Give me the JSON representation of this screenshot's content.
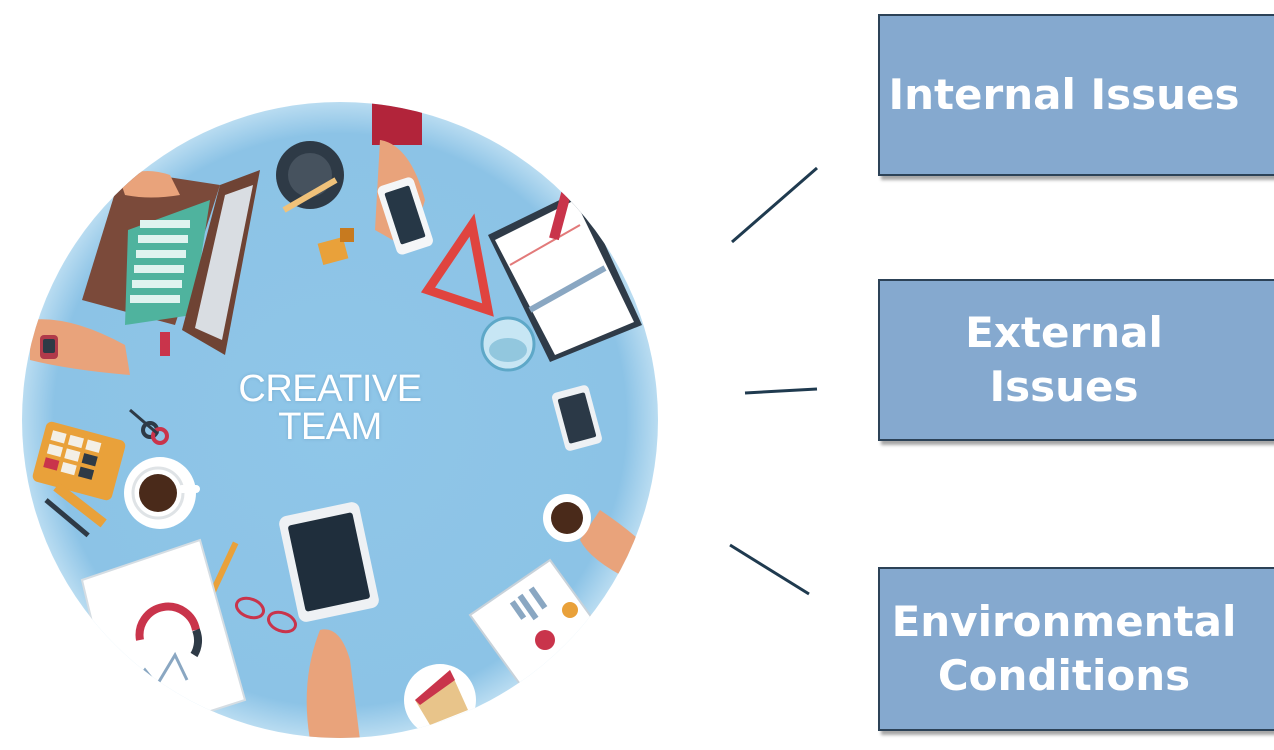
{
  "center": {
    "line1": "CREATIVE",
    "line2": "TEAM"
  },
  "boxes": {
    "internal": {
      "line1": "Internal Issues"
    },
    "external": {
      "line1": "External",
      "line2": "Issues"
    },
    "environmental": {
      "line1": "Environmental",
      "line2": "Conditions"
    }
  },
  "colors": {
    "circle": "#8cc3e6",
    "box_fill": "#85a9cf",
    "box_border": "#2c4257",
    "connector": "#1f3a4f"
  },
  "icons": [
    "laptop-icon",
    "ashtray-icon",
    "smartphone-icon",
    "triangle-ruler-icon",
    "notebook-icon",
    "lighter-icon",
    "wristwatch-icon",
    "water-glass-icon",
    "calculator-icon",
    "coffee-cup-icon",
    "scissors-icon",
    "pencil-icon",
    "tablet-icon",
    "glasses-icon",
    "report-chart-icon",
    "sandwich-icon"
  ]
}
